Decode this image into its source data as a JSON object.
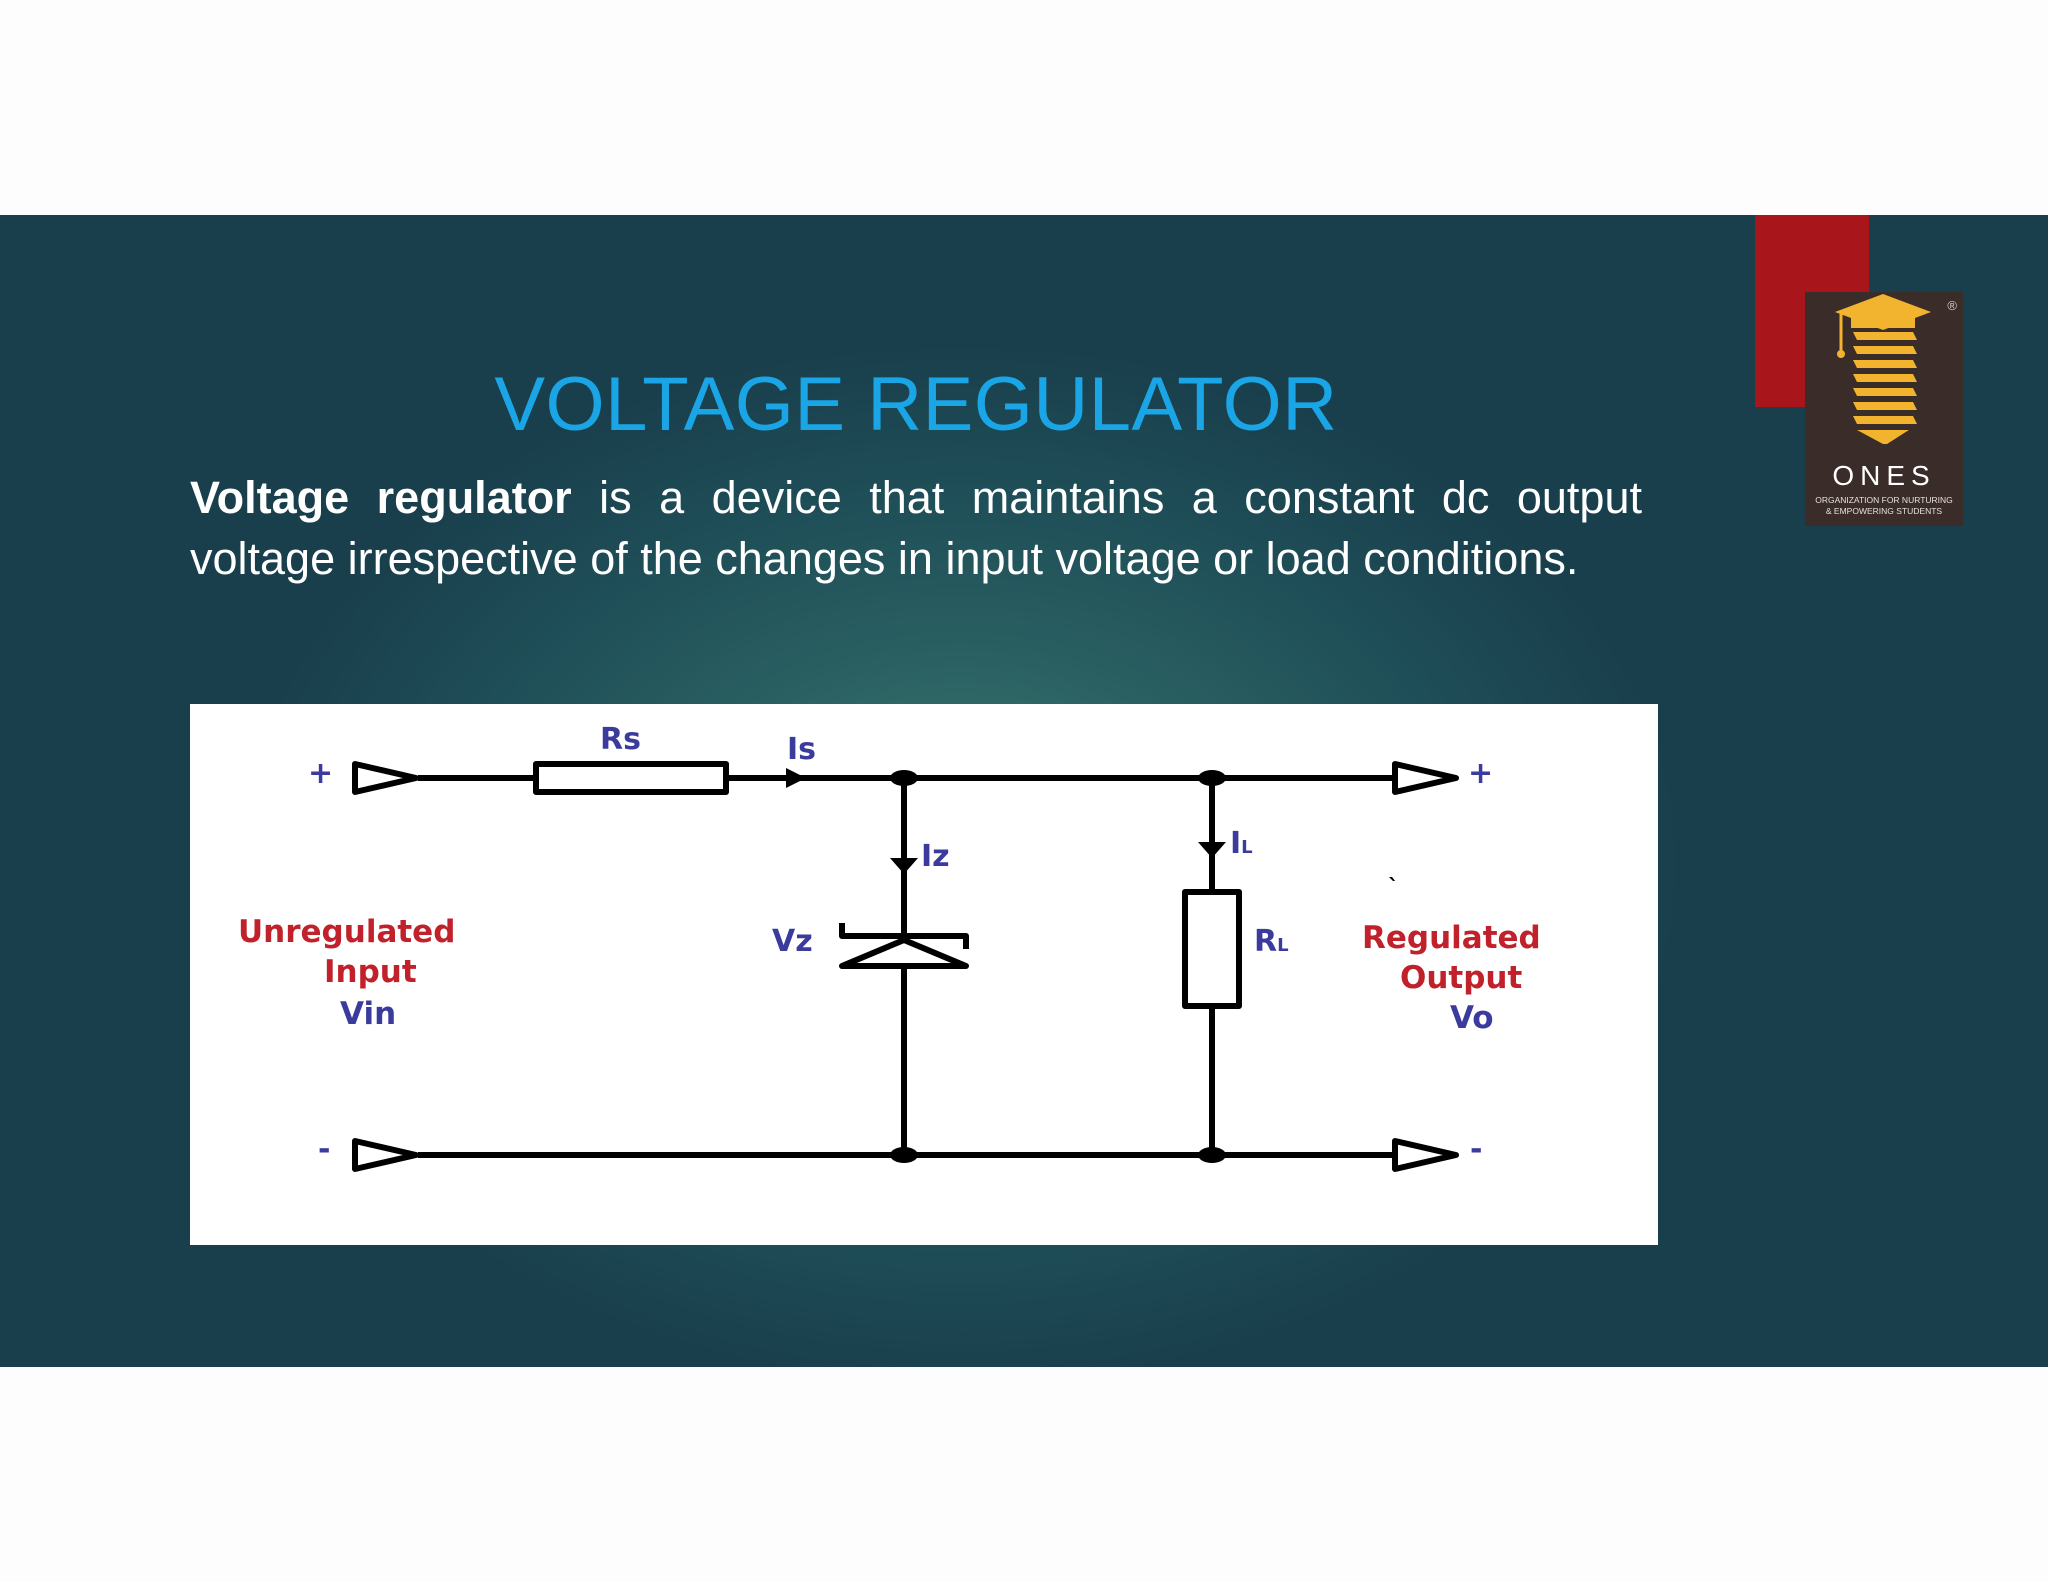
{
  "slide": {
    "title": "VOLTAGE REGULATOR",
    "definition_term": "Voltage regulator",
    "definition_rest": " is a device that maintains a constant dc output voltage irrespective of the changes in input voltage or load conditions."
  },
  "logo": {
    "registered": "®",
    "name": "ONES",
    "tagline": "ORGANIZATION FOR NURTURING\n& EMPOWERING STUDENTS"
  },
  "diagram": {
    "labels": {
      "rs": "Rs",
      "is": "Is",
      "iz": "Iz",
      "il": "IL",
      "vz": "Vz",
      "rl": "RL",
      "in_plus": "+",
      "in_minus": "-",
      "out_plus": "+",
      "out_minus": "-",
      "unregulated": "Unregulated",
      "input": "Input",
      "vin": "Vin",
      "regulated": "Regulated",
      "output": "Output",
      "vo": "Vo",
      "tick": "`"
    },
    "colors": {
      "blue": "#3a3b9c",
      "red": "#c0212a",
      "wire": "#000000"
    }
  }
}
